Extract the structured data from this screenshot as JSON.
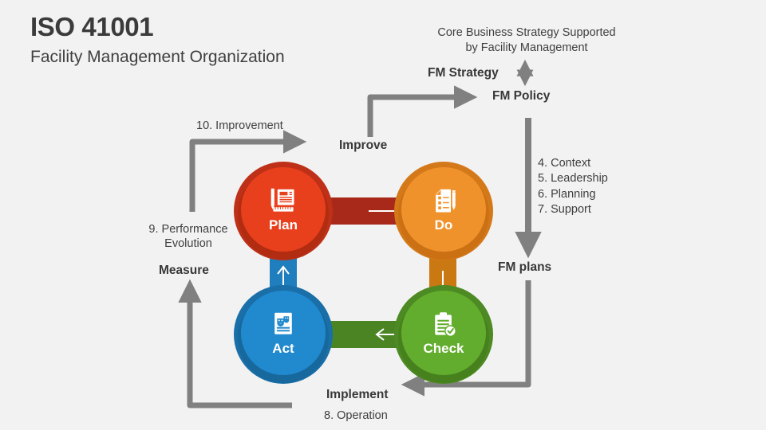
{
  "header": {
    "title": "ISO 41001",
    "subtitle": "Facility Management Organization"
  },
  "top_note": {
    "line1": "Core Business Strategy Supported",
    "line2": "by Facility Management"
  },
  "labels": {
    "fm_strategy": "FM Strategy",
    "fm_policy": "FM Policy",
    "fm_plans": "FM plans",
    "improve": "Improve",
    "measure": "Measure",
    "implement": "Implement",
    "improvement": "10. Improvement",
    "performance_line1": "9. Performance",
    "performance_line2": "Evolution",
    "operation": "8. Operation"
  },
  "clauses": [
    "4. Context",
    "5. Leadership",
    "6. Planning",
    "7. Support"
  ],
  "cycle": {
    "nodes": [
      {
        "id": "plan",
        "label": "Plan",
        "icon": "plan-document-pencil-ruler-icon",
        "color": "#E8401C",
        "ring": "#BE3118",
        "shadow": "#B32C14"
      },
      {
        "id": "do",
        "label": "Do",
        "icon": "checklist-pen-icon",
        "color": "#F0922B",
        "ring": "#D4791A",
        "shadow": "#C96F15"
      },
      {
        "id": "act",
        "label": "Act",
        "icon": "document-masks-icon",
        "color": "#2189CE",
        "ring": "#1A6FA8",
        "shadow": "#17689E"
      },
      {
        "id": "check",
        "label": "Check",
        "icon": "clipboard-check-icon",
        "color": "#62AD2D",
        "ring": "#4D8A23",
        "shadow": "#477F1F"
      }
    ],
    "connectors": [
      {
        "id": "plan-to-do",
        "direction": "right",
        "color": "#A8291A"
      },
      {
        "id": "do-to-check",
        "direction": "down",
        "color": "#C97812"
      },
      {
        "id": "check-to-act",
        "direction": "left",
        "color": "#4B8423"
      },
      {
        "id": "act-to-plan",
        "direction": "up",
        "color": "#1F7EBE"
      }
    ]
  },
  "colors": {
    "background": "#f2f2f2",
    "gray_arrow": "#808080",
    "text": "#3f3f3f"
  }
}
